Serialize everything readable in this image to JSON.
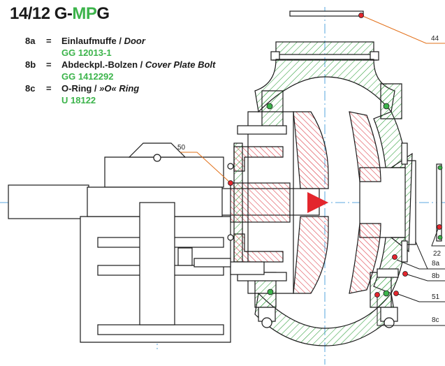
{
  "title": {
    "prefix": "14/12 G-",
    "accent": "MP",
    "suffix": "G"
  },
  "legend": [
    {
      "code": "8a",
      "eq": "=",
      "name_de": "Einlaufmuffe /",
      "name_en": "Door",
      "part_no": "GG 12013-1"
    },
    {
      "code": "8b",
      "eq": "=",
      "name_de": "Abdeckpl.-Bolzen /",
      "name_en": "Cover Plate Bolt",
      "part_no": "GG 1412292"
    },
    {
      "code": "8c",
      "eq": "=",
      "name_de": "O-Ring /",
      "name_en": "»O« Ring",
      "part_no": "U 18122"
    }
  ],
  "callouts": {
    "c44": "44",
    "c50": "50",
    "c22": "22",
    "c8a": "8a",
    "c8b": "8b",
    "c51": "51",
    "c8c": "8c"
  },
  "colors": {
    "accent": "#3cb44b",
    "casing_hatch": "#2e9e3a",
    "liner_hatch": "#d9303a",
    "leader": "#e2701a",
    "marker": "#e3262d",
    "outline": "#1a1a1a",
    "centerline": "#2a8fd6"
  }
}
